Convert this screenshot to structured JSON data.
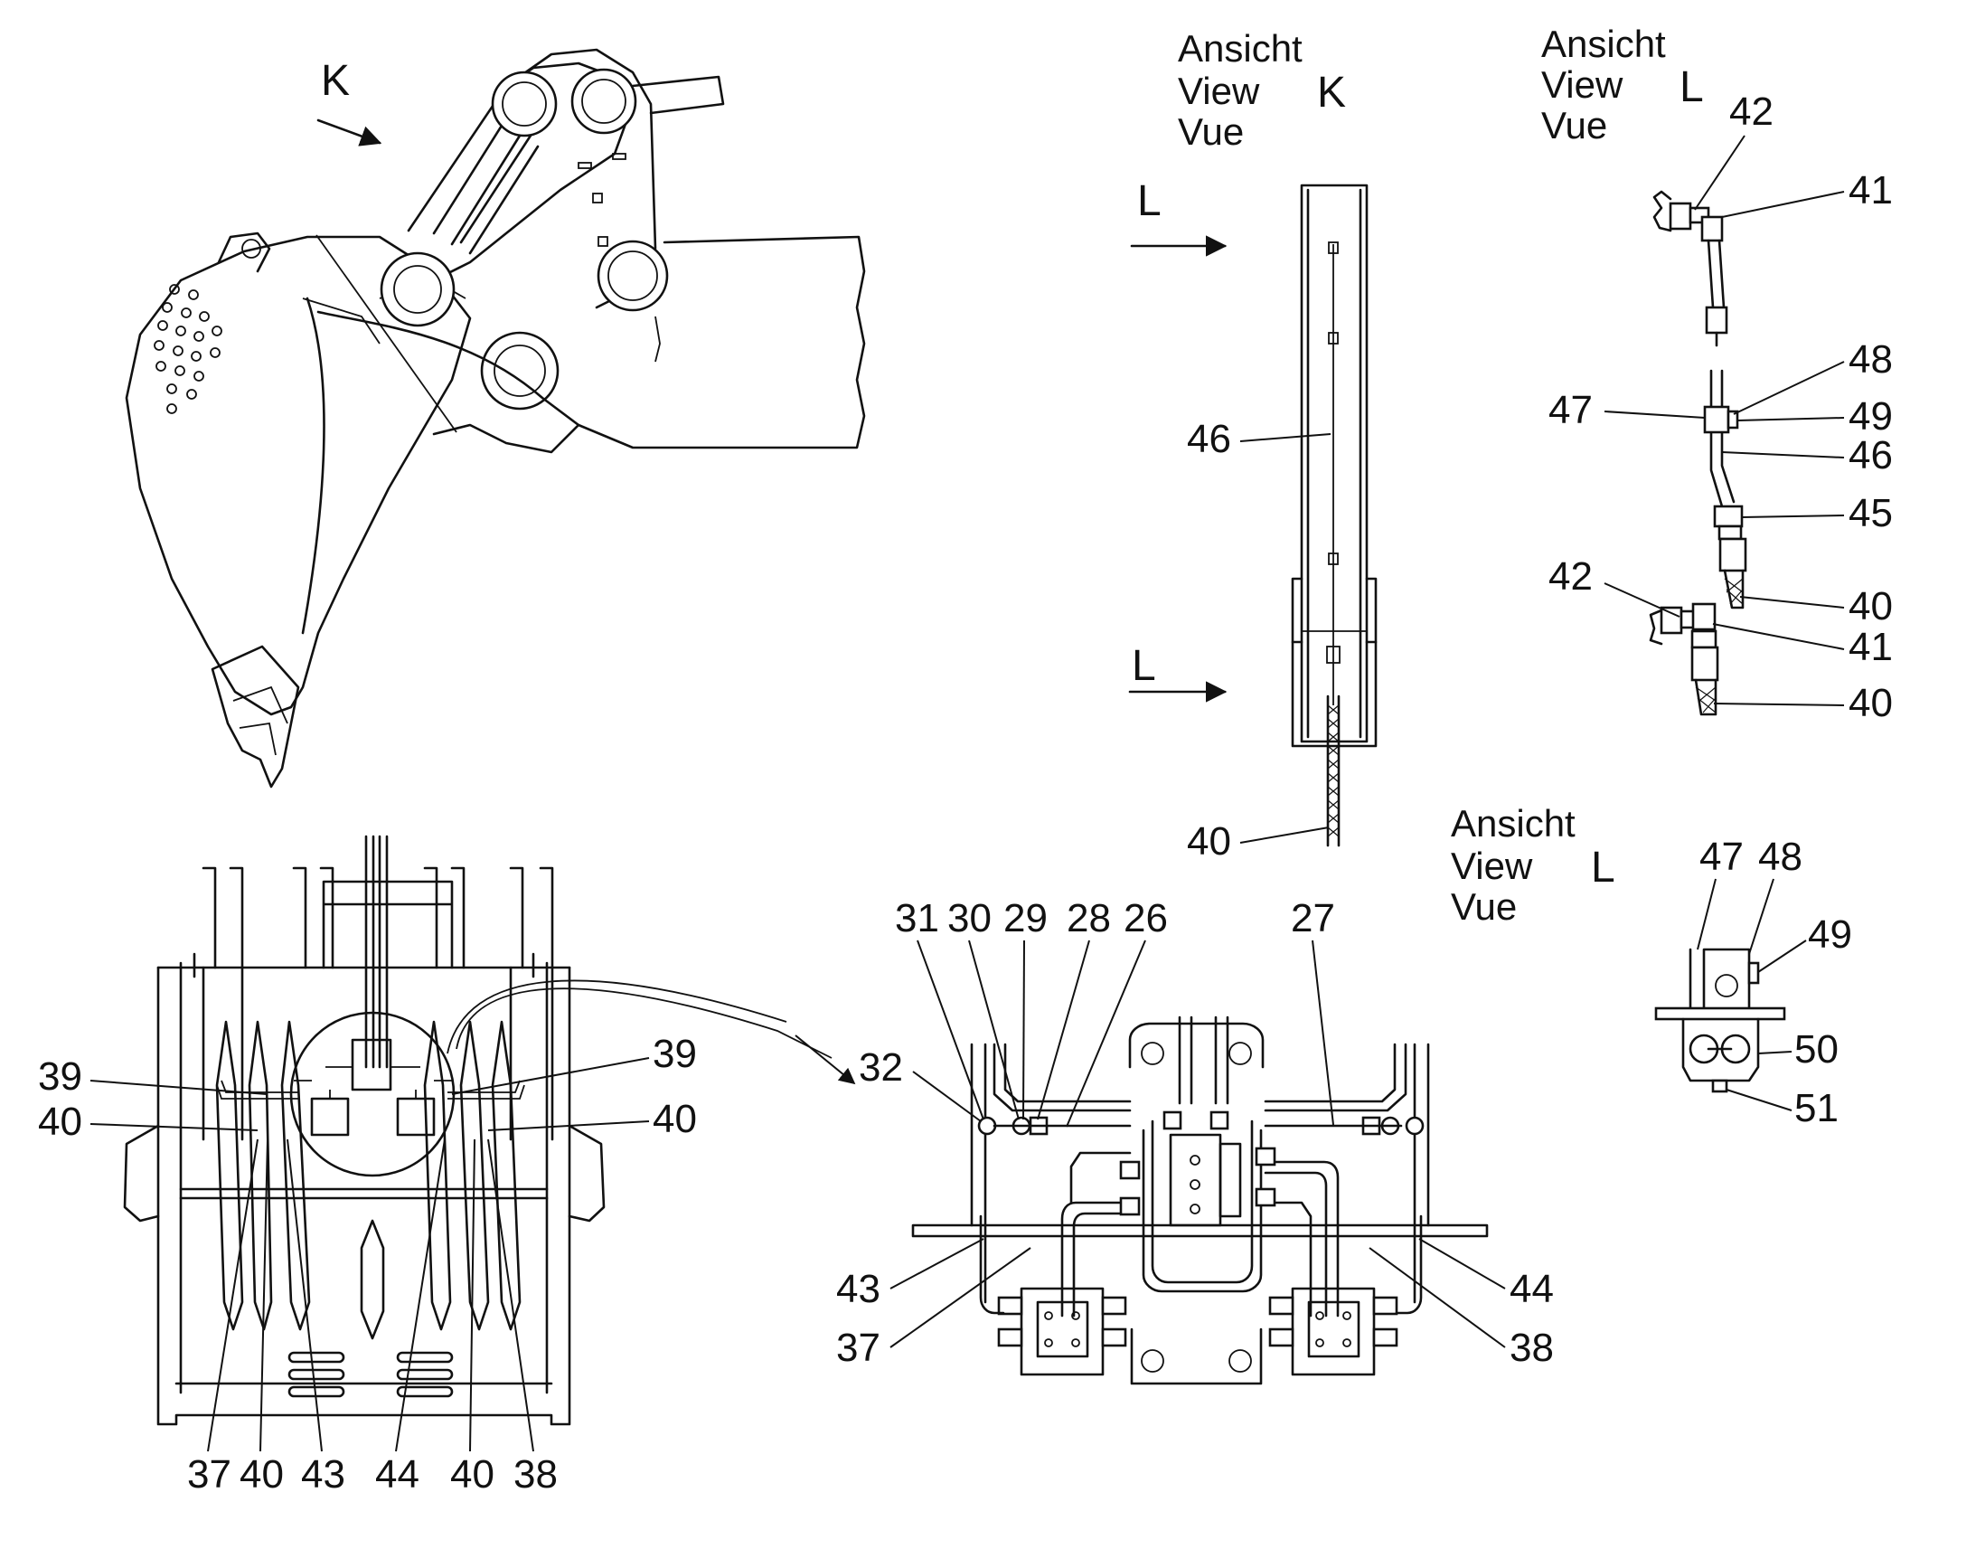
{
  "view_headers": {
    "k": {
      "line1": "Ansicht",
      "line2": "View",
      "line3": "Vue",
      "letter": "K"
    },
    "l_top": {
      "line1": "Ansicht",
      "line2": "View",
      "line3": "Vue",
      "letter": "L"
    },
    "l_bottom": {
      "line1": "Ansicht",
      "line2": "View",
      "line3": "Vue",
      "letter": "L"
    }
  },
  "view_arrows": {
    "k_arrow": "K",
    "l_arrow_upper": "L",
    "l_arrow_lower": "L"
  },
  "callouts": {
    "front_view": {
      "c39_left": "39",
      "c40_left": "40",
      "c39_right": "39",
      "c40_right": "40",
      "bottom": [
        "37",
        "40",
        "43",
        "44",
        "40",
        "38"
      ]
    },
    "detail_manifold": {
      "c31": "31",
      "c30": "30",
      "c29": "29",
      "c28": "28",
      "c26": "26",
      "c27": "27",
      "c32": "32",
      "c43": "43",
      "c37": "37",
      "c44": "44",
      "c38": "38"
    },
    "view_k": {
      "c46": "46",
      "c40": "40"
    },
    "view_l_top": {
      "c42a": "42",
      "c41a": "41",
      "c48": "48",
      "c47": "47",
      "c49": "49",
      "c46": "46",
      "c45": "45",
      "c40a": "40",
      "c42b": "42",
      "c41b": "41",
      "c40b": "40"
    },
    "view_l_bottom": {
      "c47": "47",
      "c48": "48",
      "c49": "49",
      "c50": "50",
      "c51": "51"
    }
  }
}
